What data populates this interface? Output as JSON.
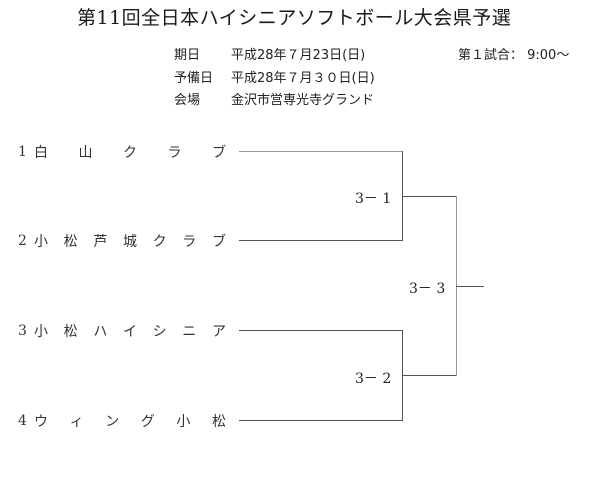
{
  "title": "第11回全日本ハイシニアソフトボール大会県予選",
  "info": {
    "date_label": "期日",
    "date_value": "平成28年７月23日(日)",
    "reserve_label": "予備日",
    "reserve_value": "平成28年７月３０日(日)",
    "venue_label": "会場",
    "venue_value": "金沢市営専光寺グランド",
    "first_match": "第１試合：  9:00～"
  },
  "teams": [
    {
      "seed": "1",
      "chars": [
        "白",
        "山",
        "ク",
        "ラ",
        "ブ"
      ],
      "name": "白山クラブ"
    },
    {
      "seed": "2",
      "chars": [
        "小",
        "松",
        "芦",
        "城",
        "ク",
        "ラ",
        "ブ"
      ],
      "name": "小松芦城クラブ"
    },
    {
      "seed": "3",
      "chars": [
        "小",
        "松",
        "ハ",
        "イ",
        "シ",
        "ニ",
        "ア"
      ],
      "name": "小松ハイシニア"
    },
    {
      "seed": "4",
      "chars": [
        "ウ",
        "ィ",
        "ン",
        "グ",
        "小",
        "松"
      ],
      "name": "ウィング小松"
    }
  ],
  "scores": {
    "semi1": "3－ 1",
    "semi2": "3－ 2",
    "final": "3－ 3"
  }
}
